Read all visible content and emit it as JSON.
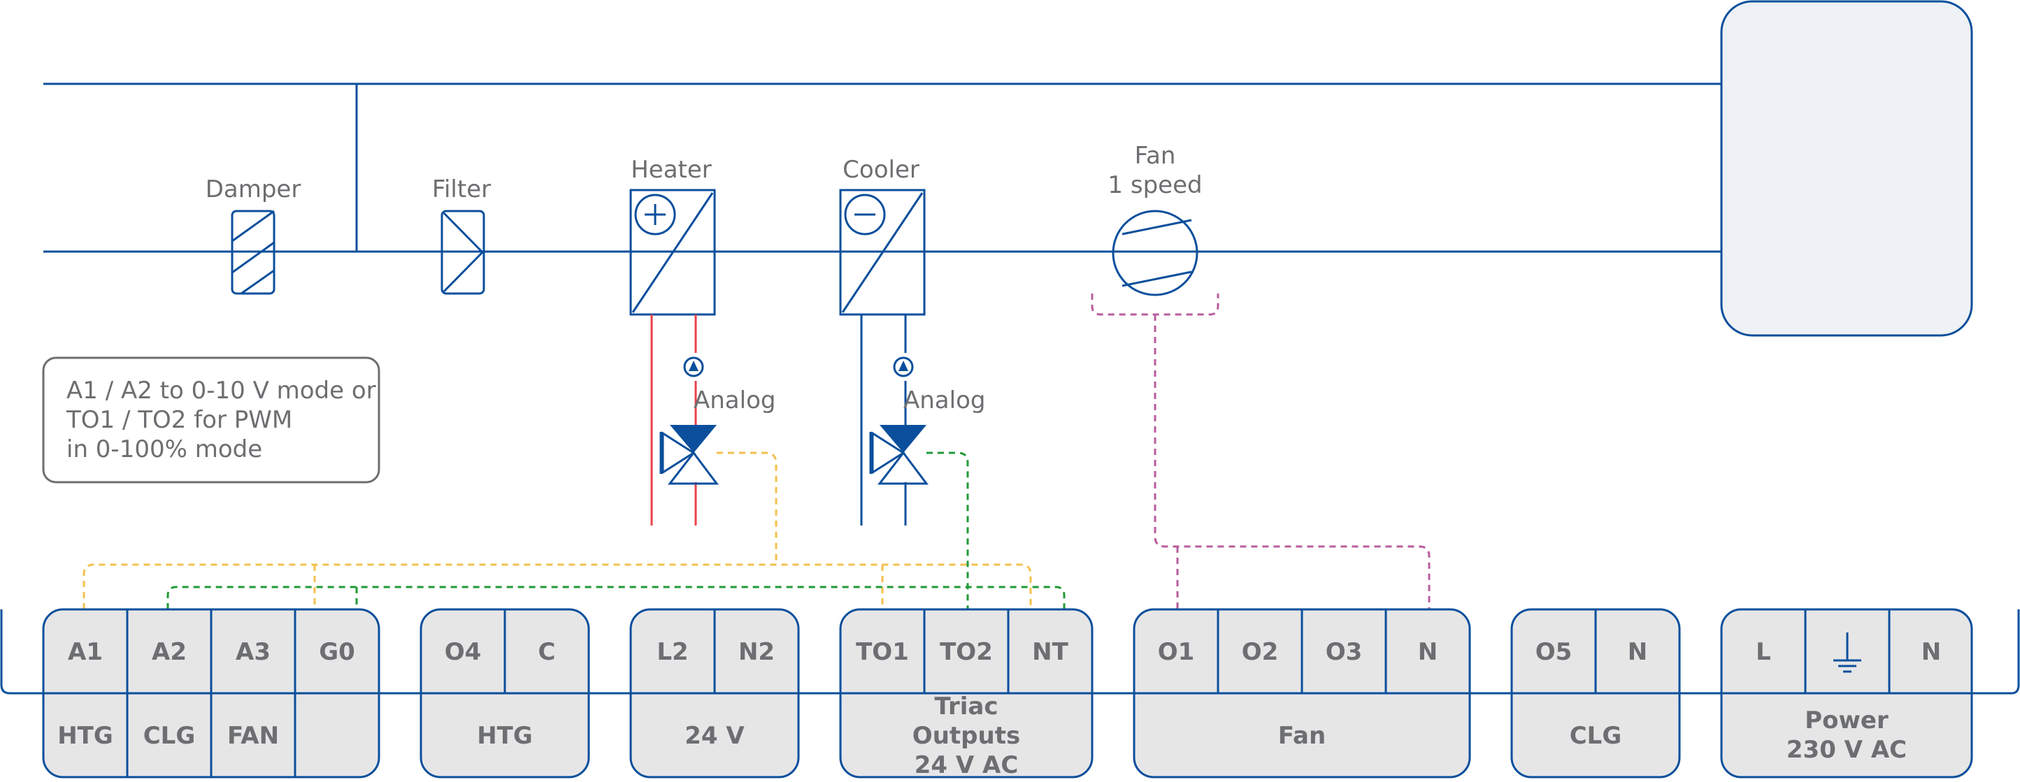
{
  "components": {
    "damper": "Damper",
    "filter": "Filter",
    "heater": "Heater",
    "cooler": "Cooler",
    "fan_line1": "Fan",
    "fan_line2": "1 speed",
    "heater_valve": "Analog",
    "cooler_valve": "Analog"
  },
  "note": {
    "line1": "A1 / A2 to 0-10 V mode or",
    "line2": "TO1 / TO2 for PWM",
    "line3": "in 0-100% mode"
  },
  "terminal_blocks": [
    {
      "terminals": [
        "A1",
        "A2",
        "A3",
        "G0"
      ],
      "labels": [
        "HTG",
        "CLG",
        "FAN",
        ""
      ]
    },
    {
      "terminals": [
        "O4",
        "C"
      ],
      "labels": [
        "HTG"
      ]
    },
    {
      "terminals": [
        "L2",
        "N2"
      ],
      "labels": [
        "24 V"
      ]
    },
    {
      "terminals": [
        "TO1",
        "TO2",
        "NT"
      ],
      "labels": [
        "Triac",
        "Outputs",
        "24 V AC"
      ]
    },
    {
      "terminals": [
        "O1",
        "O2",
        "O3",
        "N"
      ],
      "labels": [
        "Fan"
      ]
    },
    {
      "terminals": [
        "O5",
        "N"
      ],
      "labels": [
        "CLG"
      ]
    },
    {
      "terminals": [
        "L",
        "",
        "N"
      ],
      "labels": [
        "Power",
        "230 V AC"
      ]
    }
  ],
  "icons": {
    "ground": "ground-icon",
    "plus": "plus-icon",
    "minus": "minus-icon",
    "pump": "pump-icon",
    "valve": "three-way-valve-icon"
  },
  "colors": {
    "line": "#0b4f9c",
    "text": "#6d6e71",
    "block_fill": "#e6e6e7",
    "heat_pipe": "#e8434b",
    "wire_yellow": "#f2c14e",
    "wire_green": "#1f9a36",
    "wire_purple": "#b85c9e"
  }
}
